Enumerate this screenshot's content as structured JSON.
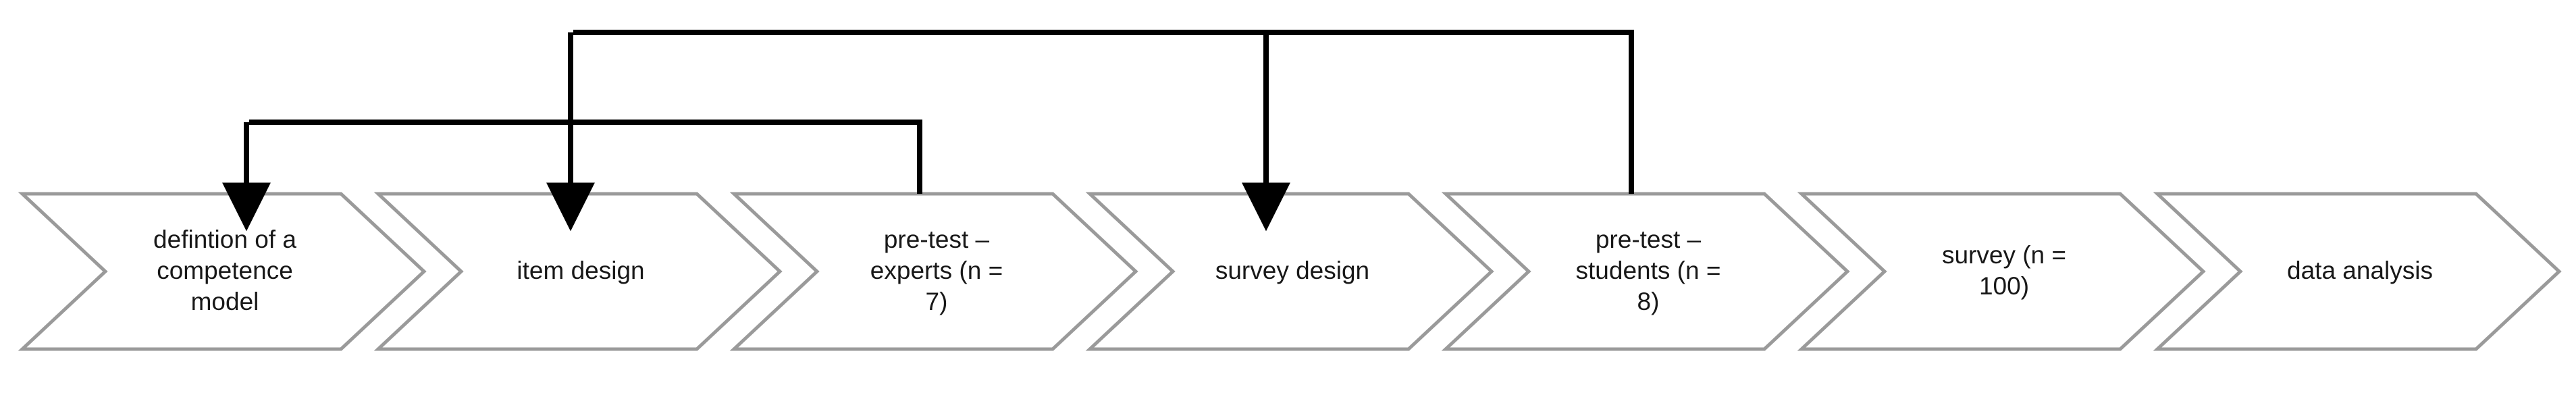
{
  "diagram": {
    "title": "research process flowchart",
    "background_color": "#ffffff",
    "chevron_stroke_color": "#9a9a9a",
    "chevron_fill_color": "#ffffff",
    "connector_color": "#000000",
    "label_color": "#181818",
    "steps": [
      {
        "id": "step-1",
        "label": "defintion of a\ncompetence\nmodel"
      },
      {
        "id": "step-2",
        "label": "item design"
      },
      {
        "id": "step-3",
        "label": "pre-test –\nexperts (n =\n7)"
      },
      {
        "id": "step-4",
        "label": "survey design"
      },
      {
        "id": "step-5",
        "label": "pre-test –\nstudents (n =\n8)"
      },
      {
        "id": "step-6",
        "label": "survey (n =\n100)"
      },
      {
        "id": "step-7",
        "label": "data analysis"
      }
    ],
    "connectors": [
      {
        "id": "feedback-expert-pretest",
        "from": "step-3",
        "to_first": "step-1",
        "to_second": "step-2",
        "description": "pre-test experts feeds back to definition of a competence model and item design"
      },
      {
        "id": "feedback-student-pretest",
        "from": "step-5",
        "to_first": "step-2",
        "to_second": "step-4",
        "description": "pre-test students feeds back to item design and survey design"
      }
    ]
  }
}
